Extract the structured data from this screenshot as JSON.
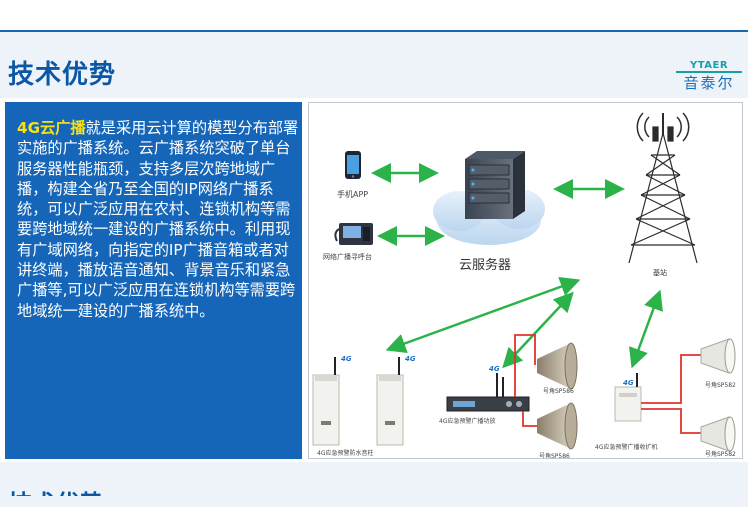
{
  "header": {
    "title": "技术优势"
  },
  "logo": {
    "mark": "YTAER",
    "name": "音泰尔"
  },
  "description": {
    "highlight": "4G云广播",
    "body": "就是采用云计算的模型分布部署实施的广播系统。云广播系统突破了单台服务器性能瓶颈，支持多层次跨地域广播，构建全省乃至全国的IP网络广播系统，可以广泛应用在农村、连锁机构等需要跨地域统一建设的广播系统中。利用现有广域网络，向指定的IP广播音箱或者对讲终端，播放语音通知、背景音乐和紧急广播等,可以广泛应用在连锁机构等需要跨地域统一建设的广播系统中。"
  },
  "diagram": {
    "phone_label": "手机APP",
    "console_label": "网络广播寻呼台",
    "server_label": "云服务器",
    "tower_label": "基站",
    "badge_4g": "4G",
    "speaker_column_label": "4G应急预警防水音柱",
    "amplifier_label": "4G应急预警广播功放",
    "receiver_label": "4G应急预警广播收扩机",
    "horn_label": "号角SP586",
    "horn_label_2": "号角SP582",
    "arrow_color": "#2bb34a",
    "wire_color": "#e0332b"
  },
  "footer": {
    "title": "技术优势"
  }
}
